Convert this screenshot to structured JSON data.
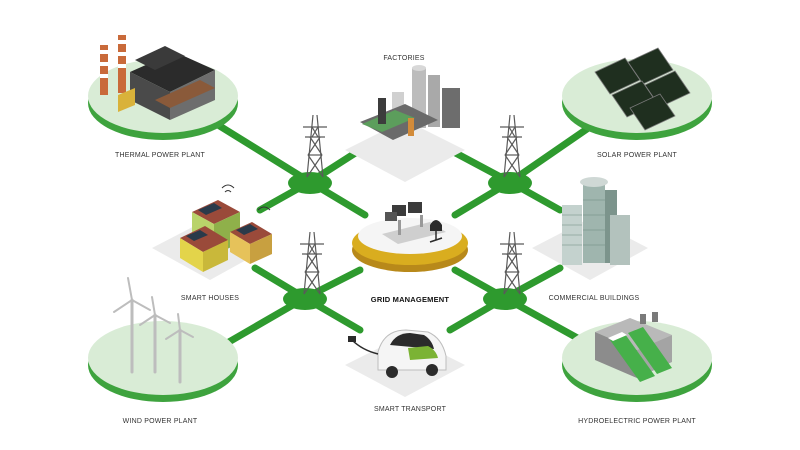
{
  "colors": {
    "line": "#2e9a2e",
    "node": "#2e9a2e",
    "disc_top": "#d9ecd6",
    "disc_side": "#3ea33e",
    "tile": "#ebebeb",
    "gold": "#d9ad1f",
    "tower": "#5a5a5a"
  },
  "labels": {
    "thermal": "THERMAL POWER PLANT",
    "factories": "FACTORIES",
    "solar": "SOLAR POWER PLANT",
    "houses": "SMART HOUSES",
    "grid": "GRID MANAGEMENT",
    "commercial": "COMMERCIAL BUILDINGS",
    "wind": "WIND POWER PLANT",
    "transport": "SMART TRANSPORT",
    "hydro": "HYDROELECTRIC POWER PLANT"
  },
  "icons": {
    "thermal": "factory-chimneys-icon",
    "factories": "industrial-plant-icon",
    "solar": "solar-panel-icon",
    "houses": "smart-house-icon",
    "grid": "control-desk-icon",
    "commercial": "office-tower-icon",
    "wind": "wind-turbine-icon",
    "transport": "electric-car-icon",
    "hydro": "dam-icon",
    "tower": "transmission-tower-icon"
  }
}
